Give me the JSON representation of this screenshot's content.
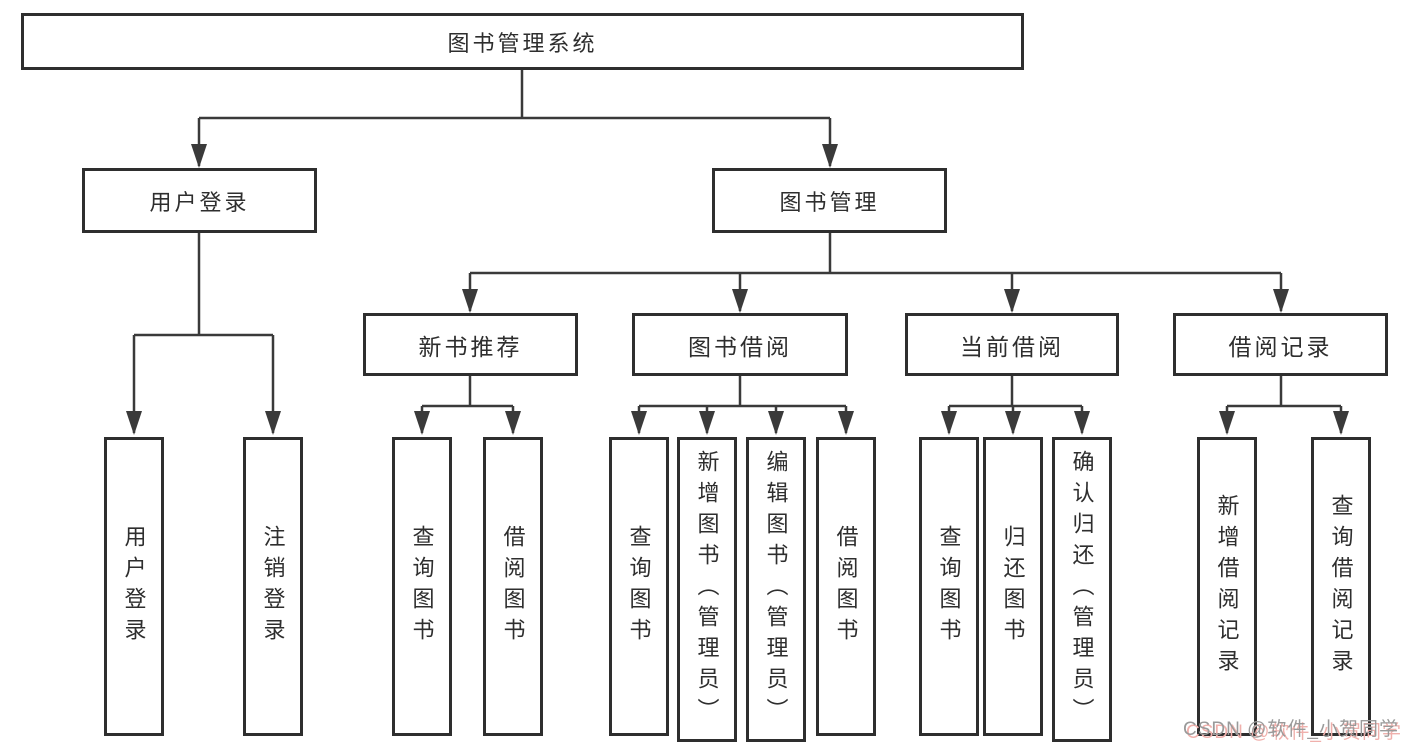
{
  "diagram_type": "hierarchy-tree",
  "colors": {
    "background": "#ffffff",
    "line": "#3a3a3a",
    "box_border": "#2e2e2e",
    "text": "#2e2e2e",
    "watermark_gray": "#9a9a9a",
    "watermark_red_shadow": "#f0b0ac"
  },
  "tree": {
    "label": "图书管理系统",
    "children": [
      {
        "label": "用户登录",
        "children": [
          {
            "label": "用户登录"
          },
          {
            "label": "注销登录"
          }
        ]
      },
      {
        "label": "图书管理",
        "children": [
          {
            "label": "新书推荐",
            "children": [
              {
                "label": "查询图书"
              },
              {
                "label": "借阅图书"
              }
            ]
          },
          {
            "label": "图书借阅",
            "children": [
              {
                "label": "查询图书"
              },
              {
                "label": "新增图书（管理员）"
              },
              {
                "label": "编辑图书（管理员）"
              },
              {
                "label": "借阅图书"
              }
            ]
          },
          {
            "label": "当前借阅",
            "children": [
              {
                "label": "查询图书"
              },
              {
                "label": "归还图书"
              },
              {
                "label": "确认归还（管理员）"
              }
            ]
          },
          {
            "label": "借阅记录",
            "children": [
              {
                "label": "新增借阅记录"
              },
              {
                "label": "查询借阅记录"
              }
            ]
          }
        ]
      }
    ]
  },
  "watermark": {
    "text": "CSDN @软件_小贺同学"
  }
}
